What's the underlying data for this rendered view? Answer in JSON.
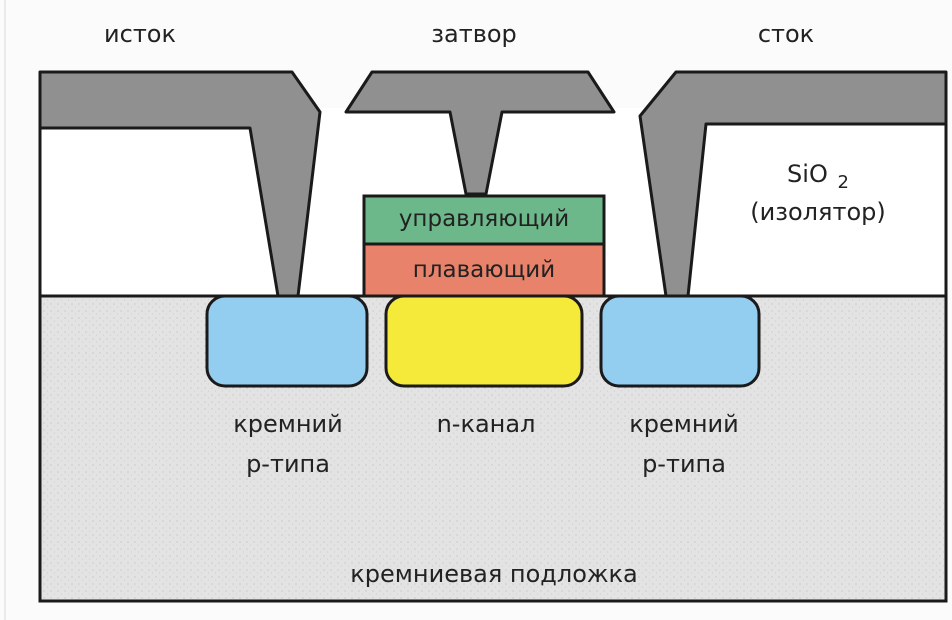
{
  "terminals": {
    "source": "исток",
    "gate": "затвор",
    "drain": "сток"
  },
  "insulator": {
    "formula_main": "SiO",
    "formula_sub": "2",
    "description": "(изолятор)"
  },
  "gate_stack": {
    "control_gate": "управляющий",
    "floating_gate": "плавающий"
  },
  "regions": {
    "source_silicon": [
      "кремний",
      "p-типа"
    ],
    "channel": "n-канал",
    "drain_silicon": [
      "кремний",
      "p-типа"
    ],
    "substrate": "кремниевая подложка"
  },
  "colors": {
    "metal": "#909090",
    "oxide": "#ffffff",
    "substrate": "#e3e3e3",
    "p_region": "#93cdf0",
    "n_channel": "#f5ea3a",
    "control_gate": "#6db88a",
    "floating_gate": "#e8826a",
    "outline": "#1a1a1a"
  }
}
